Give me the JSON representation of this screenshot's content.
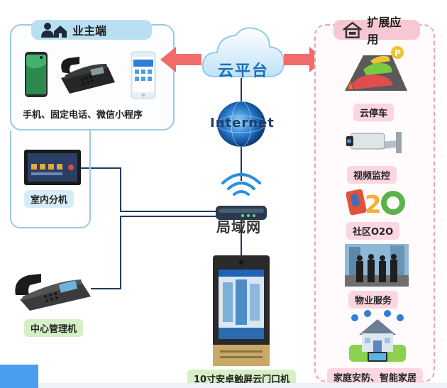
{
  "owner_side": {
    "title": "业主端",
    "devices_label": "手机、固定电话、微信小程序",
    "indoor_unit_label": "室内分机"
  },
  "center": {
    "cloud_label": "云平台",
    "internet_label": "Internet",
    "lan_label": "局域网",
    "door_station_label": "10寸安卓触屏云门口机",
    "management_label": "中心管理机"
  },
  "extension": {
    "title": "扩展应用",
    "items": [
      {
        "label": "云停车"
      },
      {
        "label": "视频监控"
      },
      {
        "label": "社区O2O"
      },
      {
        "label": "物业服务"
      },
      {
        "label": "家庭安防、智能家居"
      }
    ]
  },
  "colors": {
    "owner_border": "#9ccbe0",
    "ext_border": "#f1a3b5",
    "arrow": "#f26b6b",
    "wire": "#1f3d5a"
  },
  "icons": [
    "user-home-icon",
    "house-settings-icon",
    "cloud-icon",
    "globe-icon",
    "wifi-icon",
    "router-icon"
  ]
}
